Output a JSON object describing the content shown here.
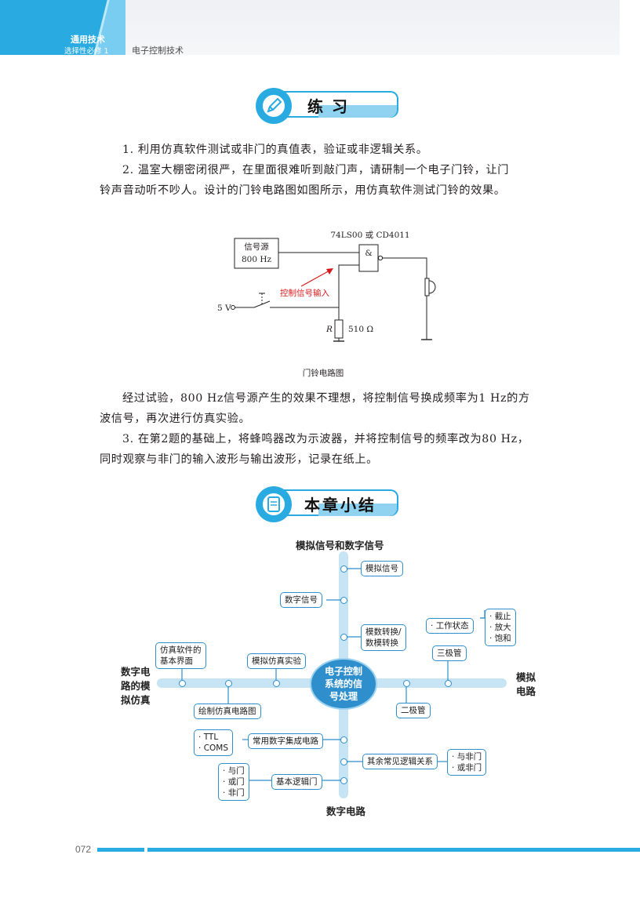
{
  "header": {
    "book_title": "通用技术",
    "book_subtitle": "选择性必修 1",
    "chapter_title": "电子控制技术",
    "accent_color": "#29abe2"
  },
  "exercise": {
    "heading": "练    习",
    "heading_icon": "pencil-icon",
    "q1": "1. 利用仿真软件测试或非门的真值表，验证或非逻辑关系。",
    "q2_line1": "2. 温室大棚密闭很严，在里面很难听到敲门声，请研制一个电子门铃，让门",
    "q2_line2": "铃声音动听不吵人。设计的门铃电路图如图所示，用仿真软件测试门铃的效果。",
    "circuit": {
      "chip_label": "74LS00 或 CD4011",
      "signal_source_line1": "信号源",
      "signal_source_line2": "800 Hz",
      "gate_symbol": "&",
      "control_input_label": "控制信号输入",
      "supply_label": "5 V",
      "resistor_name": "R",
      "resistor_value": "510 Ω",
      "caption": "门铃电路图",
      "arrow_color": "#d7191c"
    },
    "after_line1": "经过试验，800 Hz信号源产生的效果不理想，将控制信号换成频率为1 Hz的方",
    "after_line2": "波信号，再次进行仿真实验。",
    "q3_line1": "3. 在第2题的基础上，将蜂鸣器改为示波器，并将控制信号的频率改为80 Hz，",
    "q3_line2": "同时观察与非门的输入波形与输出波形，记录在纸上。"
  },
  "summary": {
    "heading": "本章小结",
    "heading_icon": "notebook-icon",
    "center": [
      "电子控制",
      "系统的信",
      "号处理"
    ],
    "top_branch": "模拟信号和数字信号",
    "bottom_branch": "数字电路",
    "left_branch": [
      "数字电",
      "路的模",
      "拟仿真"
    ],
    "right_branch": [
      "模拟",
      "电路"
    ],
    "analog_signal": "模拟信号",
    "digital_signal": "数字信号",
    "conversion": [
      "模数转换/",
      "数模转换"
    ],
    "work_state": "工作状态",
    "work_state_items": [
      "截止",
      "放大",
      "饱和"
    ],
    "transistor": "三极管",
    "diode": "二极管",
    "sim_ui": [
      "仿真软件的",
      "基本界面"
    ],
    "sim_experiment": "模拟仿真实验",
    "draw_circuit": "绘制仿真电路图",
    "common_ic": "常用数字集成电路",
    "ic_types": [
      "TTL",
      "COMS"
    ],
    "other_logic": "其余常见逻辑关系",
    "other_logic_items": [
      "与非门",
      "或非门"
    ],
    "basic_gates": "基本逻辑门",
    "basic_gate_items": [
      "与门",
      "或门",
      "非门"
    ],
    "axis_color": "#c6e4f4",
    "center_color": "#2f8fcc"
  },
  "footer": {
    "page_number": "072"
  }
}
